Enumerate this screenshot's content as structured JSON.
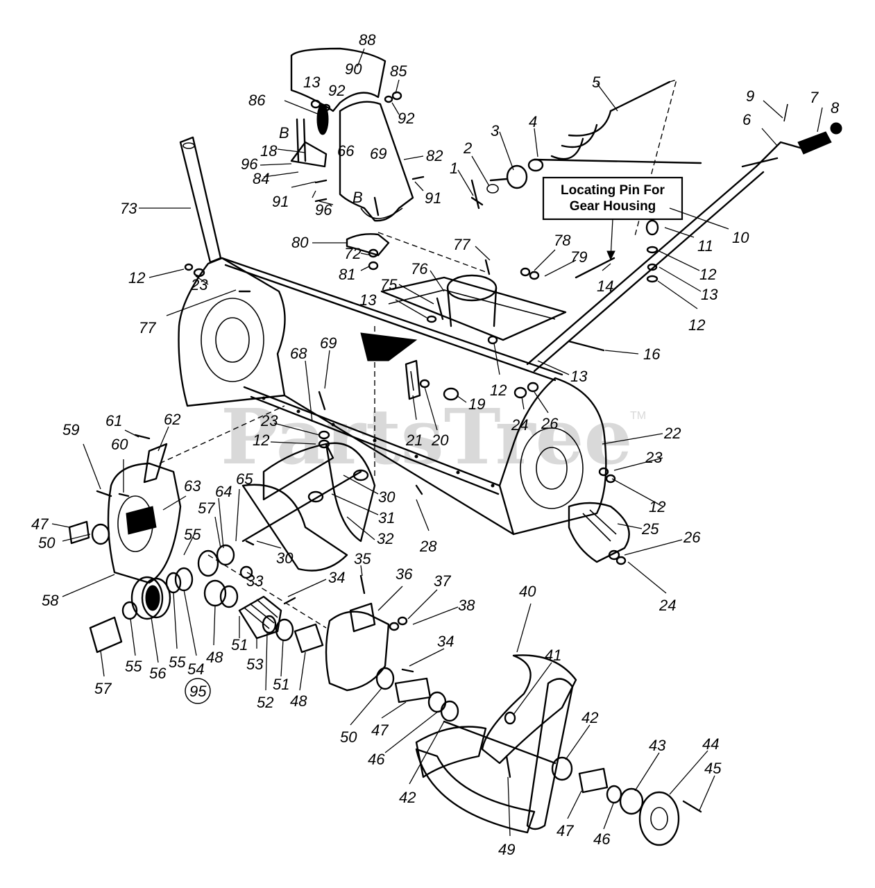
{
  "watermark": "PartsTree",
  "trademark": "TM",
  "callout": {
    "line1": "Locating Pin For",
    "line2": "Gear Housing"
  },
  "labels": {
    "n88": "88",
    "n90": "90",
    "n85": "85",
    "n92a": "92",
    "n92b": "92",
    "n13a": "13",
    "n86": "86",
    "n5": "5",
    "n9": "9",
    "n7": "7",
    "n8": "8",
    "n6": "6",
    "nBa": "B",
    "n18": "18",
    "n66": "66",
    "n69a": "69",
    "n82": "82",
    "n96a": "96",
    "n84": "84",
    "n2": "2",
    "n3": "3",
    "n4": "4",
    "n1": "1",
    "n91a": "91",
    "n91b": "91",
    "n96b": "96",
    "nBb": "B",
    "n73": "73",
    "n80": "80",
    "n72": "72",
    "n77a": "77",
    "n78": "78",
    "n79": "79",
    "n11": "11",
    "n10": "10",
    "n12a": "12",
    "n81": "81",
    "n76": "76",
    "n12b": "12",
    "n13b": "13",
    "n75": "75",
    "n14": "14",
    "n23a": "23",
    "n13c": "13",
    "n12c": "12",
    "n77b": "77",
    "n16": "16",
    "n13d": "13",
    "n69b": "69",
    "n68": "68",
    "n12d": "12",
    "n19": "19",
    "n24a": "24",
    "n26a": "26",
    "n22": "22",
    "n21": "21",
    "n20": "20",
    "n59": "59",
    "n61": "61",
    "n62": "62",
    "n23b": "23",
    "n12e": "12",
    "n23c": "23",
    "n60": "60",
    "n63": "63",
    "n65": "65",
    "n57a": "57",
    "n64": "64",
    "n30a": "30",
    "n31": "31",
    "n12f": "12",
    "n47a": "47",
    "n55a": "55",
    "n25": "25",
    "n26b": "26",
    "n50a": "50",
    "n32": "32",
    "n30b": "30",
    "n28": "28",
    "n58": "58",
    "n33": "33",
    "n35": "35",
    "n34a": "34",
    "n36": "36",
    "n37": "37",
    "n24b": "24",
    "n38": "38",
    "n40": "40",
    "n51a": "51",
    "n53": "53",
    "n57b": "57",
    "n55b": "55",
    "n56": "56",
    "n55c": "55",
    "n54": "54",
    "n48a": "48",
    "n52": "52",
    "n51b": "51",
    "n48b": "48",
    "n34b": "34",
    "n41": "41",
    "n95": "95",
    "n50b": "50",
    "n47b": "47",
    "n46a": "46",
    "n42a": "42",
    "n42b": "42",
    "n43": "43",
    "n44": "44",
    "n45": "45",
    "n47c": "47",
    "n46b": "46",
    "n49": "49"
  }
}
